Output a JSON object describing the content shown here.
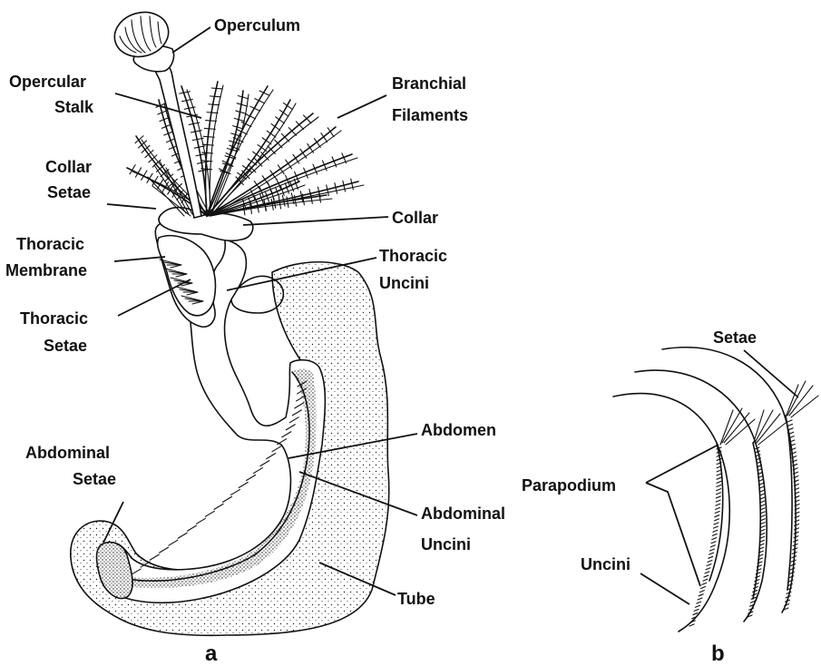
{
  "figure_a": {
    "panel_label": "a",
    "labels": {
      "operculum": "Operculum",
      "opercular_stalk_1": "Opercular",
      "opercular_stalk_2": "Stalk",
      "branchial_1": "Branchial",
      "branchial_2": "Filaments",
      "collar_setae_1": "Collar",
      "collar_setae_2": "Setae",
      "collar": "Collar",
      "thoracic_membrane_1": "Thoracic",
      "thoracic_membrane_2": "Membrane",
      "thoracic_uncini_1": "Thoracic",
      "thoracic_uncini_2": "Uncini",
      "thoracic_setae_1": "Thoracic",
      "thoracic_setae_2": "Setae",
      "abdomen": "Abdomen",
      "abdominal_setae_1": "Abdominal",
      "abdominal_setae_2": "Setae",
      "abdominal_uncini_1": "Abdominal",
      "abdominal_uncini_2": "Uncini",
      "tube": "Tube"
    }
  },
  "figure_b": {
    "panel_label": "b",
    "labels": {
      "setae": "Setae",
      "parapodium": "Parapodium",
      "uncini": "Uncini"
    }
  }
}
